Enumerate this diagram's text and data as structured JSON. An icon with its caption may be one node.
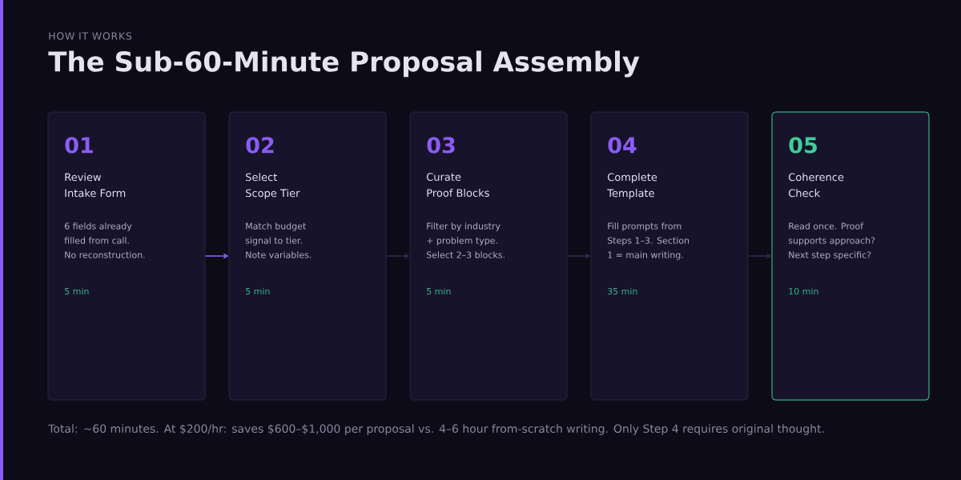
{
  "diagram": {
    "title": "The Sub-60-Minute Proposal Assembly",
    "caption": "Total: ~60 minutes. At $200/hr: saves $600–$1,000 per proposal vs. 4–6 hour from-scratch writing. Only Step 4 requires original thought.",
    "labels": [
      "HOW IT WORKS"
    ],
    "nodes": [
      {
        "text": [
          "01",
          "Review Intake Form",
          "6 fields already filled from call. No reconstruction.",
          "5 min"
        ]
      },
      {
        "text": [
          "02",
          "Select Scope Tier",
          "Match budget signal to tier. Note variables.",
          "5 min"
        ]
      },
      {
        "text": [
          "03",
          "Curate Proof Blocks",
          "Filter by industry + problem type. Select 2–3 blocks.",
          "5 min"
        ]
      },
      {
        "text": [
          "04",
          "Complete Template",
          "Fill prompts from Steps 1–3. Section 1 = main writing.",
          "35 min"
        ]
      },
      {
        "text": [
          "05",
          "Coherence Check",
          "Read once. Proof supports approach? Next step specific?",
          "10 min"
        ]
      }
    ],
    "edges": [
      {
        "from": 0,
        "to": 1,
        "arrow": "to",
        "color": "#8b5cf6"
      },
      {
        "from": 1,
        "to": 2,
        "arrow": "to"
      },
      {
        "from": 2,
        "to": 3,
        "arrow": "to"
      },
      {
        "from": 3,
        "to": 4,
        "arrow": "to"
      }
    ]
  }
}
